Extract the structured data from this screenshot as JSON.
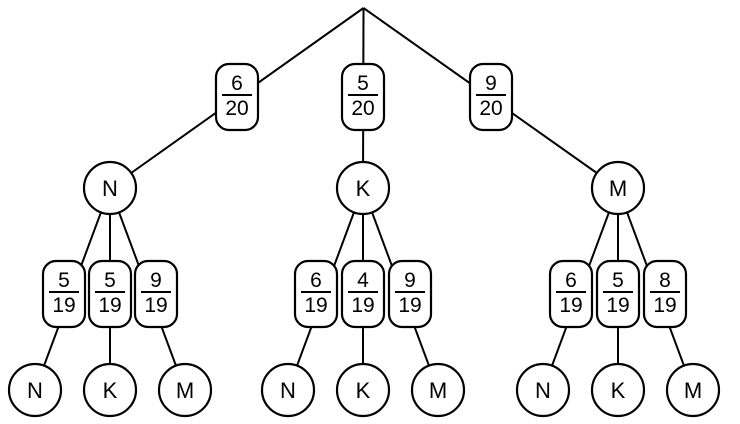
{
  "diagram_type": "probability-tree",
  "colors": {
    "background": "#ffffff",
    "stroke": "#000000",
    "node_fill": "#ffffff"
  },
  "tree": {
    "level1": [
      {
        "prob_num": "6",
        "prob_den": "20",
        "label": "N"
      },
      {
        "prob_num": "5",
        "prob_den": "20",
        "label": "K"
      },
      {
        "prob_num": "9",
        "prob_den": "20",
        "label": "M"
      }
    ],
    "level2": [
      {
        "parent": "N",
        "branches": [
          {
            "prob_num": "5",
            "prob_den": "19",
            "label": "N"
          },
          {
            "prob_num": "5",
            "prob_den": "19",
            "label": "K"
          },
          {
            "prob_num": "9",
            "prob_den": "19",
            "label": "M"
          }
        ]
      },
      {
        "parent": "K",
        "branches": [
          {
            "prob_num": "6",
            "prob_den": "19",
            "label": "N"
          },
          {
            "prob_num": "4",
            "prob_den": "19",
            "label": "K"
          },
          {
            "prob_num": "9",
            "prob_den": "19",
            "label": "M"
          }
        ]
      },
      {
        "parent": "M",
        "branches": [
          {
            "prob_num": "6",
            "prob_den": "19",
            "label": "N"
          },
          {
            "prob_num": "5",
            "prob_den": "19",
            "label": "K"
          },
          {
            "prob_num": "8",
            "prob_den": "19",
            "label": "M"
          }
        ]
      }
    ]
  }
}
